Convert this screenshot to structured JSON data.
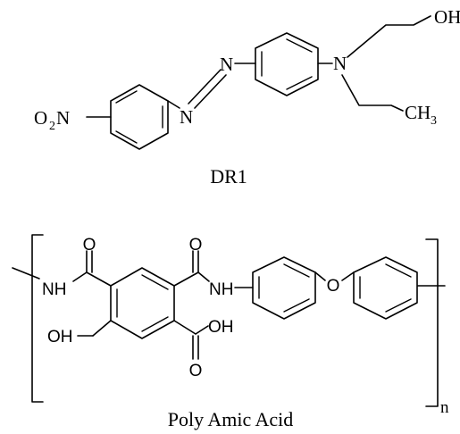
{
  "dr1": {
    "caption": "DR1",
    "label_oh": "OH",
    "label_n_amine": "N",
    "label_n_azo_upper": "N",
    "label_n_azo_lower": "N",
    "label_o2n_o": "O",
    "label_o2n_sub": "2",
    "label_o2n_n": "N",
    "label_ch3_ch": "CH",
    "label_ch3_sub": "3"
  },
  "paa": {
    "caption": "Poly Amic Acid",
    "label_o_top_left": "O",
    "label_o_top_right": "O",
    "label_nh_left": "NH",
    "label_nh_right": "NH",
    "label_o_ether": "O",
    "label_oh_left": "OH",
    "label_oh_acid": "OH",
    "label_o_acid": "O",
    "label_repeat_n": "n"
  }
}
